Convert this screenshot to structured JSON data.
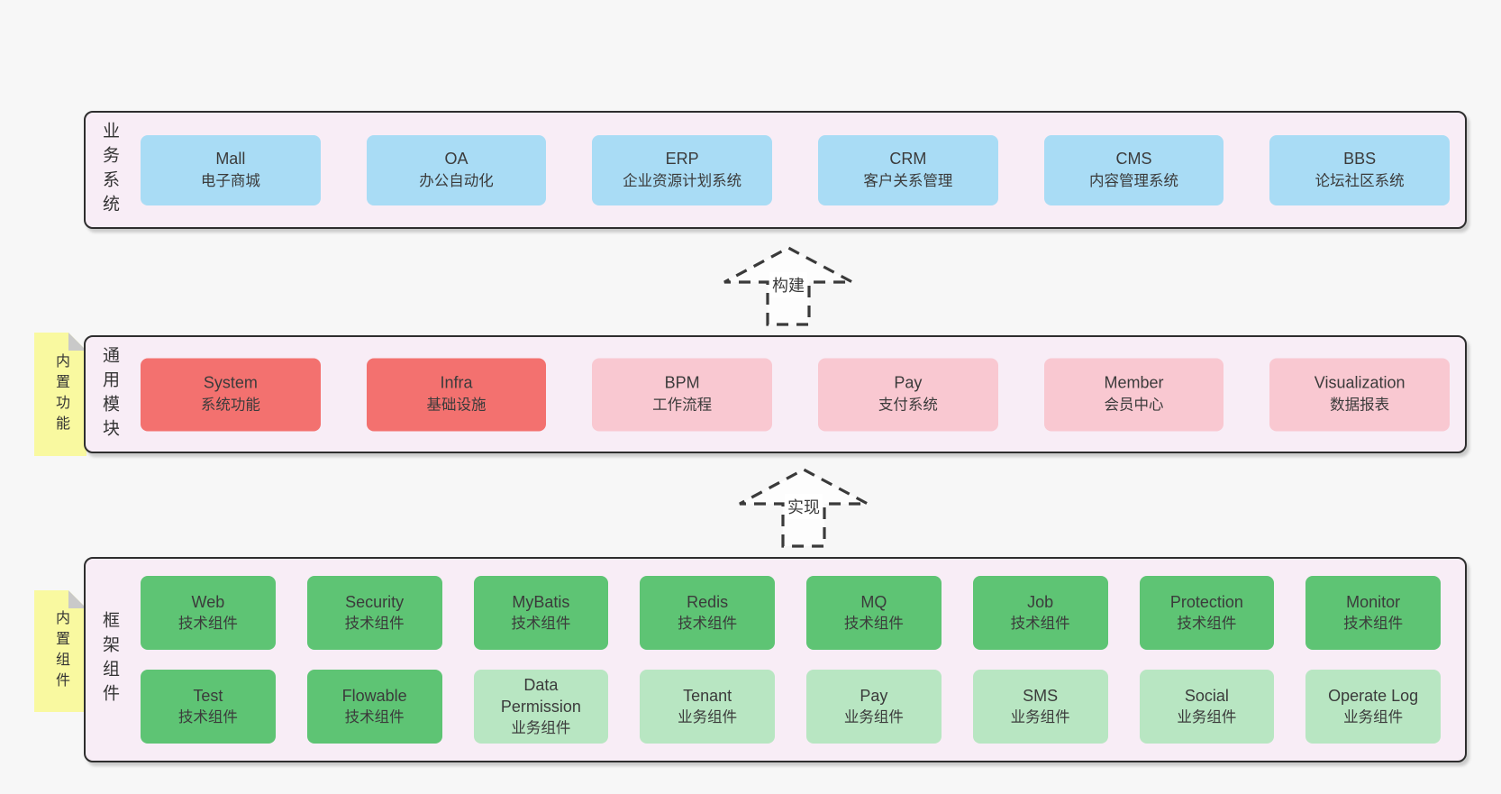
{
  "colors": {
    "page_background": "#f7f7f7",
    "panel_background": "#f8edf6",
    "panel_border": "#2e2e2e",
    "box_blue": "#a9dcf5",
    "box_red": "#f3716f",
    "box_pink": "#f9c8d1",
    "box_green": "#5ec474",
    "box_green_light": "#b8e6c2",
    "sticky_yellow": "#f9f9a0",
    "sticky_fold_gray": "#c9c9c9",
    "text": "#3b3b3b"
  },
  "sections": {
    "business": {
      "label": "业务系统",
      "boxes": [
        {
          "title": "Mall",
          "subtitle": "电子商城"
        },
        {
          "title": "OA",
          "subtitle": "办公自动化"
        },
        {
          "title": "ERP",
          "subtitle": "企业资源计划系统"
        },
        {
          "title": "CRM",
          "subtitle": "客户关系管理"
        },
        {
          "title": "CMS",
          "subtitle": "内容管理系统"
        },
        {
          "title": "BBS",
          "subtitle": "论坛社区系统"
        }
      ]
    },
    "modules": {
      "label": "通用模块",
      "sticky": "内置功能",
      "boxes": [
        {
          "title": "System",
          "subtitle": "系统功能"
        },
        {
          "title": "Infra",
          "subtitle": "基础设施"
        },
        {
          "title": "BPM",
          "subtitle": "工作流程"
        },
        {
          "title": "Pay",
          "subtitle": "支付系统"
        },
        {
          "title": "Member",
          "subtitle": "会员中心"
        },
        {
          "title": "Visualization",
          "subtitle": "数据报表"
        }
      ]
    },
    "framework": {
      "label": "框架组件",
      "sticky": "内置组件",
      "row1": [
        {
          "title": "Web",
          "subtitle": "技术组件"
        },
        {
          "title": "Security",
          "subtitle": "技术组件"
        },
        {
          "title": "MyBatis",
          "subtitle": "技术组件"
        },
        {
          "title": "Redis",
          "subtitle": "技术组件"
        },
        {
          "title": "MQ",
          "subtitle": "技术组件"
        },
        {
          "title": "Job",
          "subtitle": "技术组件"
        },
        {
          "title": "Protection",
          "subtitle": "技术组件"
        },
        {
          "title": "Monitor",
          "subtitle": "技术组件"
        }
      ],
      "row2": [
        {
          "title": "Test",
          "subtitle": "技术组件"
        },
        {
          "title": "Flowable",
          "subtitle": "技术组件"
        },
        {
          "title": "Data Permission",
          "subtitle": "业务组件"
        },
        {
          "title": "Tenant",
          "subtitle": "业务组件"
        },
        {
          "title": "Pay",
          "subtitle": "业务组件"
        },
        {
          "title": "SMS",
          "subtitle": "业务组件"
        },
        {
          "title": "Social",
          "subtitle": "业务组件"
        },
        {
          "title": "Operate Log",
          "subtitle": "业务组件"
        }
      ]
    }
  },
  "arrows": [
    {
      "label": "构建"
    },
    {
      "label": "实现"
    }
  ]
}
